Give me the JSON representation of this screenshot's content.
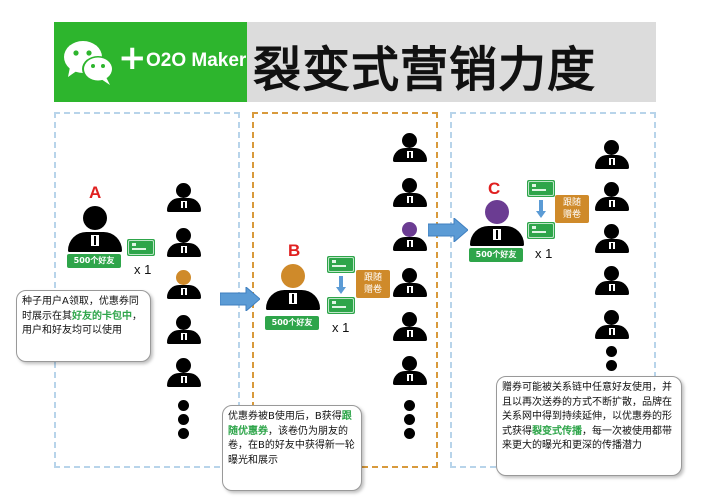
{
  "header": {
    "brand": "O2O Maker",
    "plus": "+",
    "title": "裂变式营销力度",
    "logo_icon": "wechat-icon",
    "colors": {
      "green": "#2db52d",
      "gray": "#dcdcdc"
    }
  },
  "nodes": {
    "a": {
      "label": "A",
      "coupon": "500个好友",
      "multiplier": "x 1"
    },
    "b": {
      "label": "B",
      "coupon": "500个好友",
      "multiplier": "x 1",
      "follow": [
        "跟随",
        "赠卷"
      ]
    },
    "c": {
      "label": "C",
      "coupon": "500个好友",
      "multiplier": "x 1",
      "follow": [
        "跟随",
        "赠卷"
      ]
    }
  },
  "notes": {
    "n1": {
      "p1": "种子用户A领取，优惠券同时展示在其",
      "h1": "好友的卡包中",
      "p2": "，用户和好友均可以使用"
    },
    "n2": {
      "p1": "优惠券被B使用后，B获得",
      "h1": "跟随优惠券",
      "p2": "，该卷仍为朋友的卷，在B的好友中获得新一轮曝光和展示"
    },
    "n3": {
      "p1": "赠券可能被关系链中任意好友使用，并且以再次送券的方式不断扩散，品牌在关系网中得到持续延伸，以优惠券的形式获得",
      "h1": "裂变式传播",
      "p2": "，每一次被使用都带来更大的曝光和更深的传播潜力"
    }
  },
  "colors": {
    "red_label": "#e02020",
    "coupon_green": "#2ea54a",
    "follow_orange": "#cf8a2a",
    "purple": "#6b3c92",
    "arrow_blue": "#5b9bd5"
  }
}
